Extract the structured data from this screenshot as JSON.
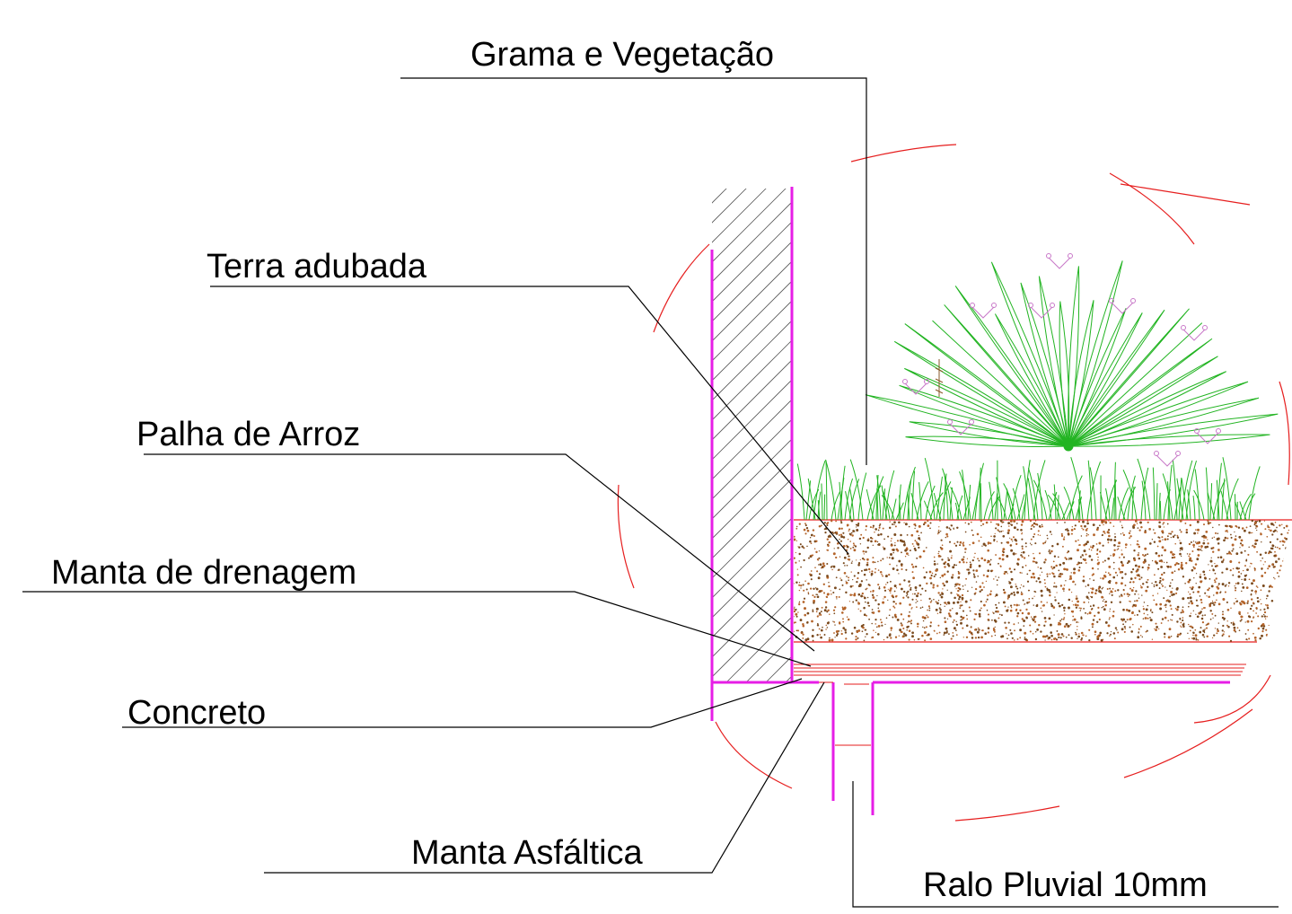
{
  "labels": {
    "grama": "Grama e Vegetação",
    "terra": "Terra adubada",
    "palha": "Palha de Arroz",
    "manta_drenagem": "Manta de drenagem",
    "concreto": "Concreto",
    "manta_asfaltica": "Manta Asfáltica",
    "ralo": "Ralo Pluvial 10mm"
  },
  "colors": {
    "wall": "#e61ee6",
    "soil": "#b4642a",
    "grass": "#22b422",
    "callout": "#000000",
    "dashed_circle": "#e61e1e",
    "flower": "#c878c8"
  },
  "icons": {
    "grass": "grass-tufts",
    "plant": "fan-palm-plant",
    "soil": "stippled-soil",
    "wall": "hatched-wall"
  }
}
